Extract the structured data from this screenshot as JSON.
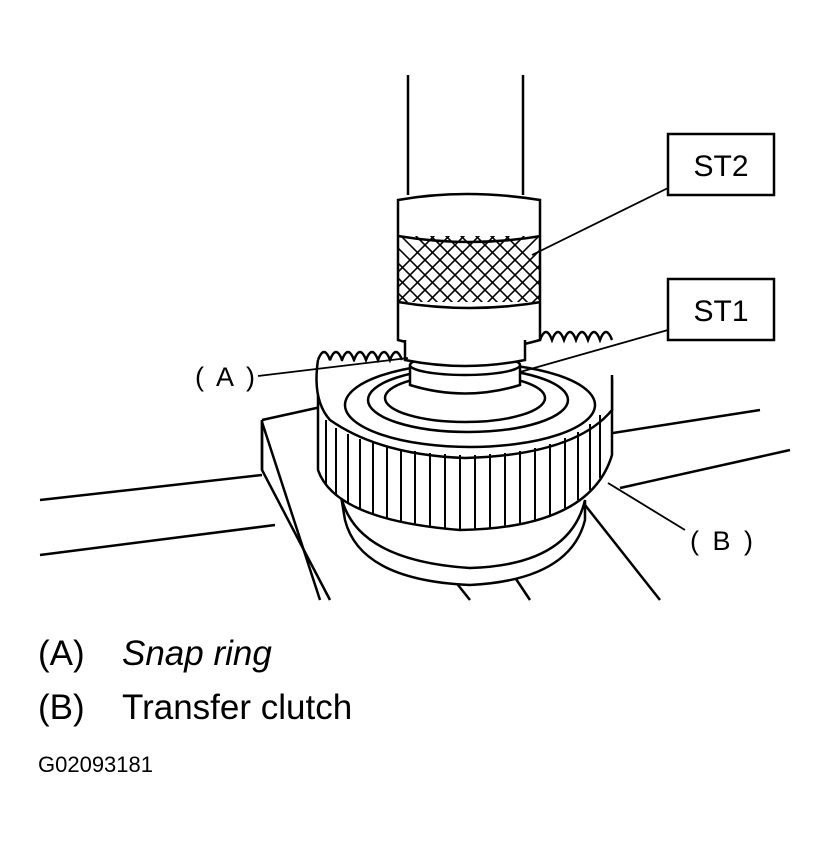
{
  "callouts": {
    "st2": "ST2",
    "st1": "ST1",
    "a": "( A )",
    "b": "( B )"
  },
  "legend": [
    {
      "code": "(A)",
      "description": "Snap ring"
    },
    {
      "code": "(B)",
      "description": "Transfer clutch"
    }
  ],
  "figure_id": "G02093181",
  "colors": {
    "ink": "#000000",
    "paper": "#ffffff"
  }
}
